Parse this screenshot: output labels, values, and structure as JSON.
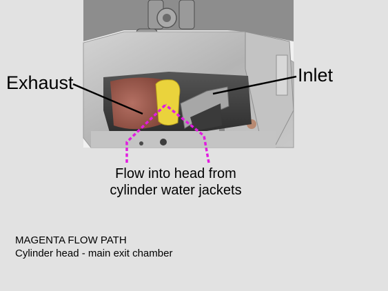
{
  "slide": {
    "background": "#e2e2e2",
    "callout_exhaust": "Exhaust",
    "callout_inlet": "Inlet",
    "flow_caption": [
      "Flow into head from",
      "cylinder water jackets"
    ],
    "notes": [
      "MAGENTA FLOW PATH",
      "Cylinder head - main exit chamber"
    ]
  },
  "colors": {
    "flow_path": "#e21ce0",
    "casting": "#b9b9b9",
    "rust": "#9b5a4e",
    "yellow_part": "#ead33c",
    "leader_line": "#000000"
  },
  "icons": [
    "cylinder-head-photo"
  ]
}
